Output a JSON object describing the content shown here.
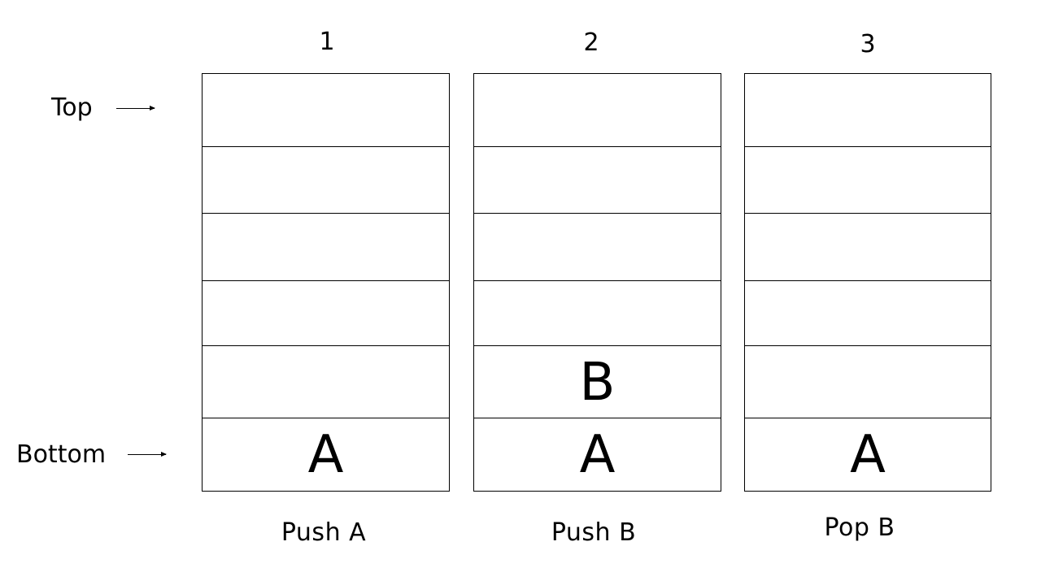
{
  "labels": {
    "top": "Top",
    "bottom": "Bottom"
  },
  "stacks": [
    {
      "number": "1",
      "operation": "Push  A",
      "cells": [
        "",
        "",
        "",
        "",
        "",
        "A"
      ]
    },
    {
      "number": "2",
      "operation": "Push  B",
      "cells": [
        "",
        "",
        "",
        "",
        "B",
        "A"
      ]
    },
    {
      "number": "3",
      "operation": "Pop  B",
      "cells": [
        "",
        "",
        "",
        "",
        "",
        "A"
      ]
    }
  ]
}
